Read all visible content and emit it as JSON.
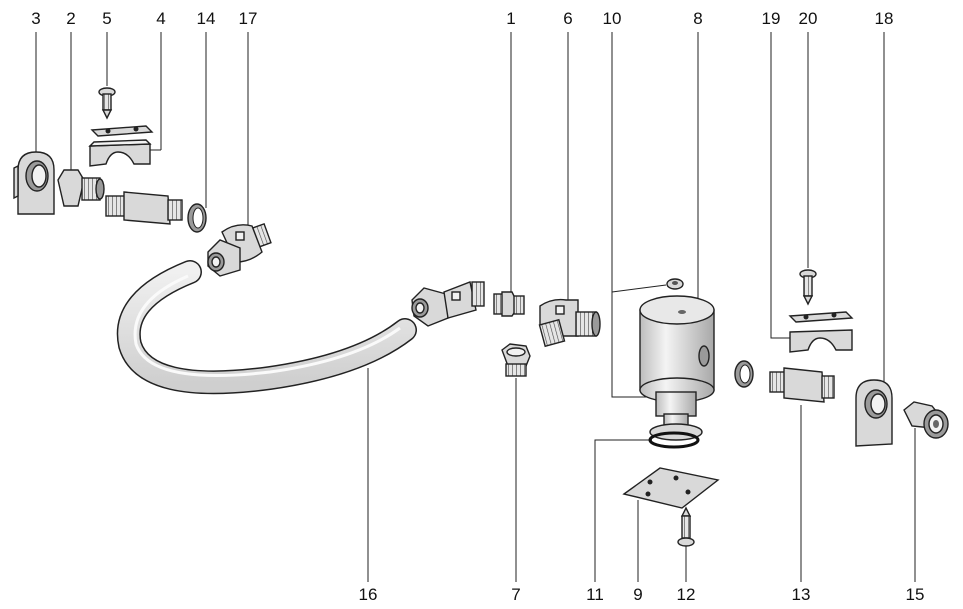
{
  "diagram": {
    "callouts": [
      "1",
      "2",
      "3",
      "4",
      "5",
      "6",
      "7",
      "8",
      "9",
      "10",
      "11",
      "12",
      "13",
      "14",
      "15",
      "16",
      "17",
      "18",
      "19",
      "20"
    ]
  }
}
